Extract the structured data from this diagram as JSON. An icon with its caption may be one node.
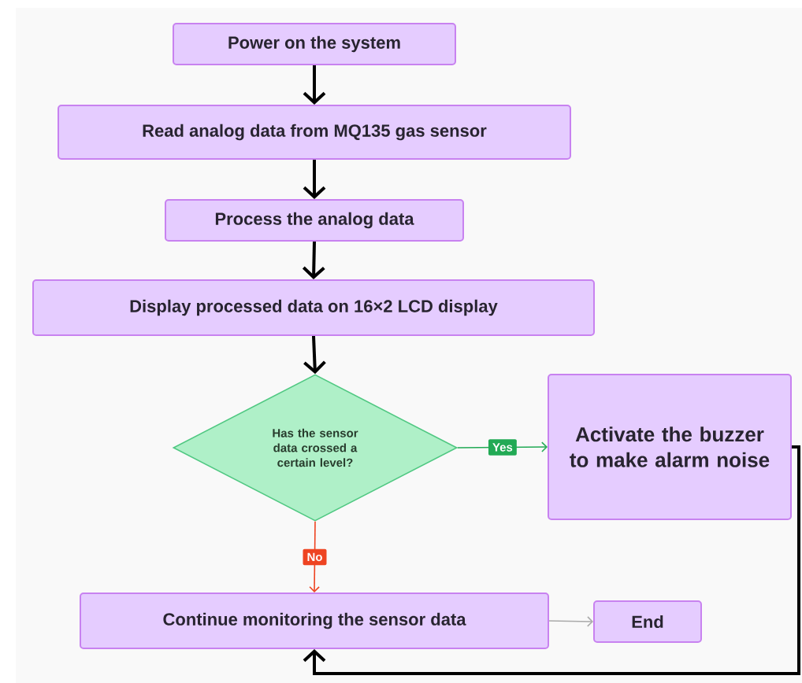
{
  "diagram": {
    "nodes": [
      {
        "text": [
          "Power on the system"
        ]
      },
      {
        "text": [
          "Read analog data from MQ135 gas sensor"
        ]
      },
      {
        "text": [
          "Process the analog data"
        ]
      },
      {
        "text": [
          "Display processed data on 16×2 LCD display"
        ]
      },
      {
        "text": [
          "Has the sensor data crossed a certain level?"
        ]
      },
      {
        "text": [
          "Activate the buzzer to make alarm noise"
        ]
      },
      {
        "text": [
          "Continue monitoring the sensor data"
        ]
      },
      {
        "text": [
          "End"
        ]
      }
    ],
    "edges": [
      {
        "from": 0,
        "to": 1,
        "arrow": "to"
      },
      {
        "from": 1,
        "to": 2,
        "arrow": "to"
      },
      {
        "from": 2,
        "to": 3,
        "arrow": "to"
      },
      {
        "from": 3,
        "to": 4,
        "arrow": "to"
      },
      {
        "from": 4,
        "to": 5,
        "arrow": "to",
        "label": "Yes",
        "color": "#22aa55"
      },
      {
        "from": 4,
        "to": 6,
        "arrow": "to",
        "label": "No",
        "color": "#ee4422"
      },
      {
        "from": 6,
        "to": 7,
        "arrow": "to",
        "color": "#aaaaaa"
      },
      {
        "from": 5,
        "to": 6,
        "arrow": "to"
      }
    ]
  }
}
